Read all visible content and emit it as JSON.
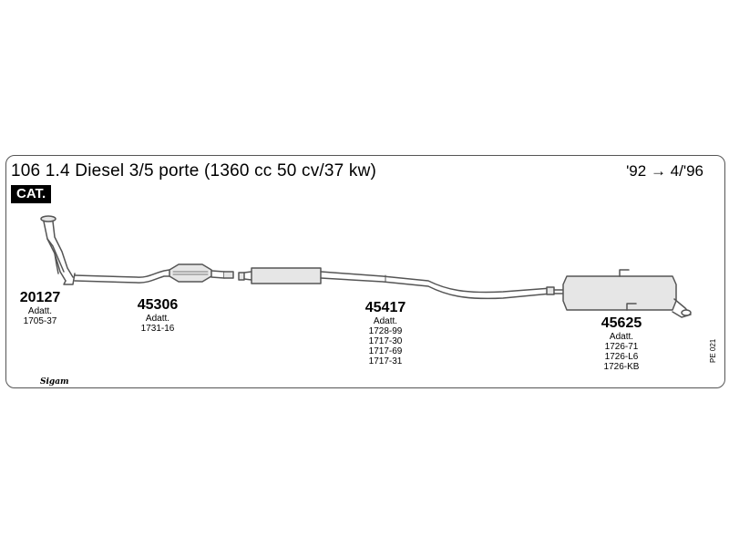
{
  "header": {
    "title": "106 1.4 Diesel 3/5 porte (1360 cc 50 cv/37 kw)",
    "years": "'92 → 4/'96",
    "badge": "CAT."
  },
  "parts": [
    {
      "number": "20127",
      "label": "Adatt.",
      "codes": [
        "1705-37"
      ]
    },
    {
      "number": "45306",
      "label": "Adatt.",
      "codes": [
        "1731-16"
      ]
    },
    {
      "number": "45417",
      "label": "Adatt.",
      "codes": [
        "1728-99",
        "1717-30",
        "1717-69",
        "1717-31"
      ]
    },
    {
      "number": "45625",
      "label": "Adatt.",
      "codes": [
        "1726-71",
        "1726-L6",
        "1726-KB"
      ]
    }
  ],
  "diagram_code": "PE 021",
  "logo": "Sigam",
  "colors": {
    "line": "#555555",
    "fill": "#e6e6e6",
    "border": "#555555"
  }
}
